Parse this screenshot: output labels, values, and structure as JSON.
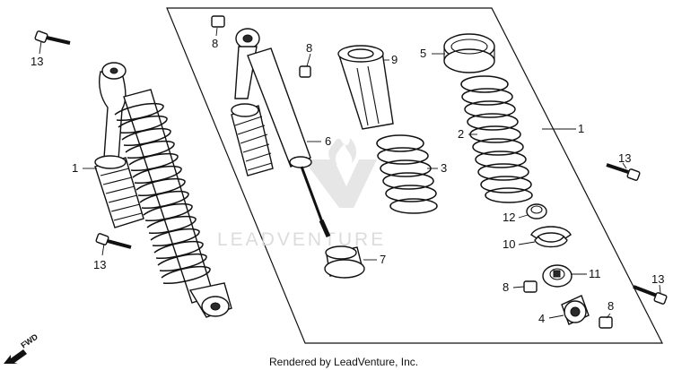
{
  "diagram": {
    "callouts": [
      {
        "id": "c13a",
        "text": "13"
      },
      {
        "id": "c8a",
        "text": "8"
      },
      {
        "id": "c8b",
        "text": "8"
      },
      {
        "id": "c9",
        "text": "9"
      },
      {
        "id": "c5",
        "text": "5"
      },
      {
        "id": "c1a",
        "text": "1"
      },
      {
        "id": "c1b",
        "text": "1"
      },
      {
        "id": "c2",
        "text": "2"
      },
      {
        "id": "c6",
        "text": "6"
      },
      {
        "id": "c3",
        "text": "3"
      },
      {
        "id": "c13b",
        "text": "13"
      },
      {
        "id": "c12",
        "text": "12"
      },
      {
        "id": "c13c",
        "text": "13"
      },
      {
        "id": "c10",
        "text": "10"
      },
      {
        "id": "c7",
        "text": "7"
      },
      {
        "id": "c11",
        "text": "11"
      },
      {
        "id": "c8c",
        "text": "8"
      },
      {
        "id": "c13d",
        "text": "13"
      },
      {
        "id": "c4",
        "text": "4"
      },
      {
        "id": "c8d",
        "text": "8"
      }
    ],
    "watermark": "LEADVENTURE",
    "fwd_label": "FWD",
    "footer": "Rendered by LeadVenture, Inc."
  }
}
